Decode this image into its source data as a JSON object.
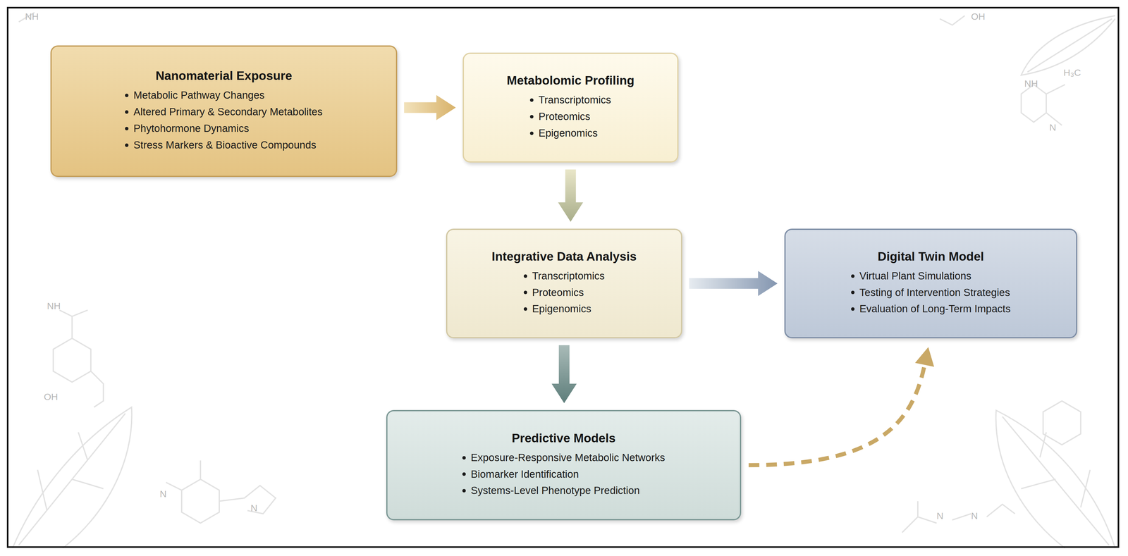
{
  "diagram": {
    "nodes": [
      {
        "text": [
          "Nanomaterial Exposure",
          "Metabolic Pathway Changes",
          "Altered Primary & Secondary Metabolites",
          "Phytohormone Dynamics",
          "Stress Markers & Bioactive Compounds"
        ]
      },
      {
        "text": [
          "Metabolomic Profiling",
          "Transcriptomics",
          "Proteomics",
          "Epigenomics"
        ]
      },
      {
        "text": [
          "Integrative Data Analysis",
          "Transcriptomics",
          "Proteomics",
          "Epigenomics"
        ]
      },
      {
        "text": [
          "Digital Twin Model",
          "Virtual Plant Simulations",
          "Testing of Intervention Strategies",
          "Evaluation of Long-Term Impacts"
        ]
      },
      {
        "text": [
          "Predictive Models",
          "Exposure-Responsive Metabolic Networks",
          "Biomarker Identification",
          "Systems-Level Phenotype Prediction"
        ]
      }
    ],
    "edges": [
      {
        "from": 0,
        "to": 1,
        "arrow": "to"
      },
      {
        "from": 1,
        "to": 2,
        "arrow": "to"
      },
      {
        "from": 2,
        "to": 3,
        "arrow": "to"
      },
      {
        "from": 2,
        "to": 4,
        "arrow": "to"
      },
      {
        "from": 4,
        "to": 3,
        "arrow": "to"
      }
    ],
    "labels": [
      "NH",
      "OH",
      "H₃C",
      "NH",
      "N",
      "NH",
      "OH",
      "N",
      "N",
      "N",
      "N"
    ]
  }
}
